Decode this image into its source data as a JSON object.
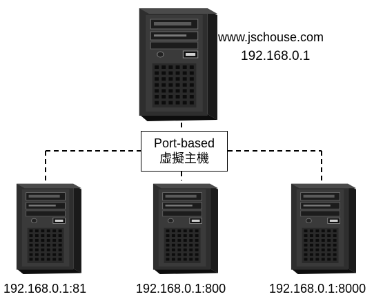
{
  "main_server": {
    "hostname": "www.jschouse.com",
    "ip": "192.168.0.1",
    "icon": "tower-server-icon"
  },
  "virtual_host_box": {
    "title": "Port-based",
    "subtitle": "虛擬主機"
  },
  "virtual_hosts": [
    {
      "address": "192.168.0.1:81",
      "icon": "tower-server-icon"
    },
    {
      "address": "192.168.0.1:800",
      "icon": "tower-server-icon"
    },
    {
      "address": "192.168.0.1:8000",
      "icon": "tower-server-icon"
    }
  ],
  "colors": {
    "server_body": "#2b2b2b",
    "server_dark": "#111111",
    "line": "#000000"
  }
}
